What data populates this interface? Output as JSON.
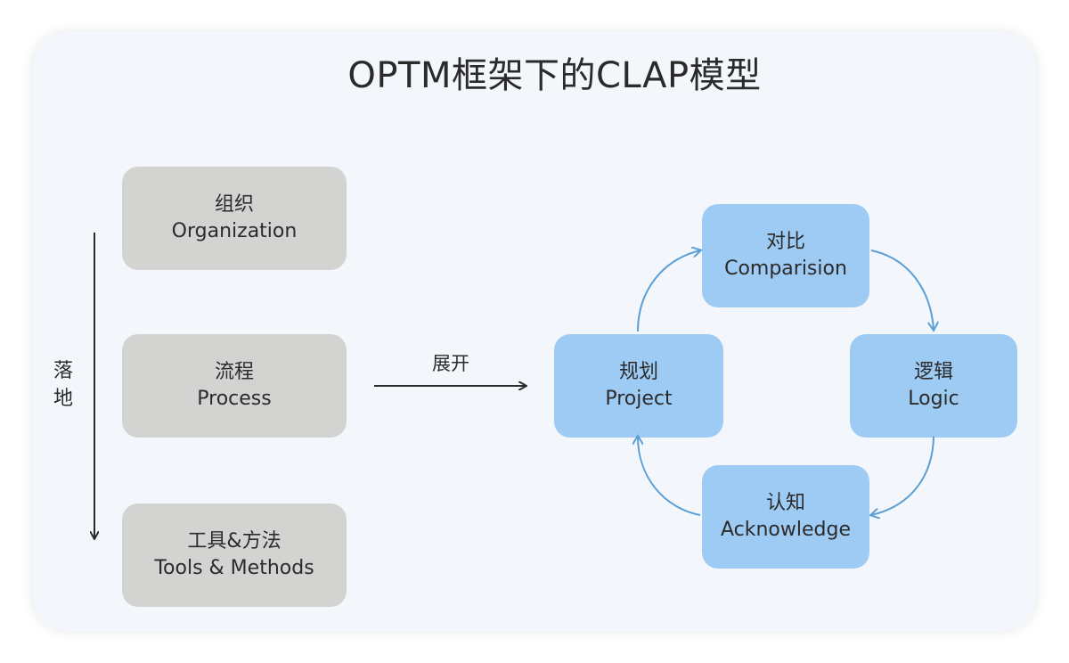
{
  "title": "OPTM框架下的CLAP模型",
  "left_column": {
    "side_label": "落地",
    "boxes": [
      {
        "cn": "组织",
        "en": "Organization"
      },
      {
        "cn": "流程",
        "en": "Process"
      },
      {
        "cn": "工具&方法",
        "en": "Tools & Methods"
      }
    ]
  },
  "expand_label": "展开",
  "cycle": {
    "comparison": {
      "cn": "对比",
      "en": "Comparision"
    },
    "logic": {
      "cn": "逻辑",
      "en": "Logic"
    },
    "acknowledge": {
      "cn": "认知",
      "en": "Acknowledge"
    },
    "project": {
      "cn": "规划",
      "en": "Project"
    }
  },
  "colors": {
    "card_bg": "#f3f7fc",
    "gray_box": "#d3d3d1",
    "blue_box": "#9ecbf3",
    "cycle_arrow": "#5b9fd6",
    "arrow": "#2b2b2b"
  }
}
